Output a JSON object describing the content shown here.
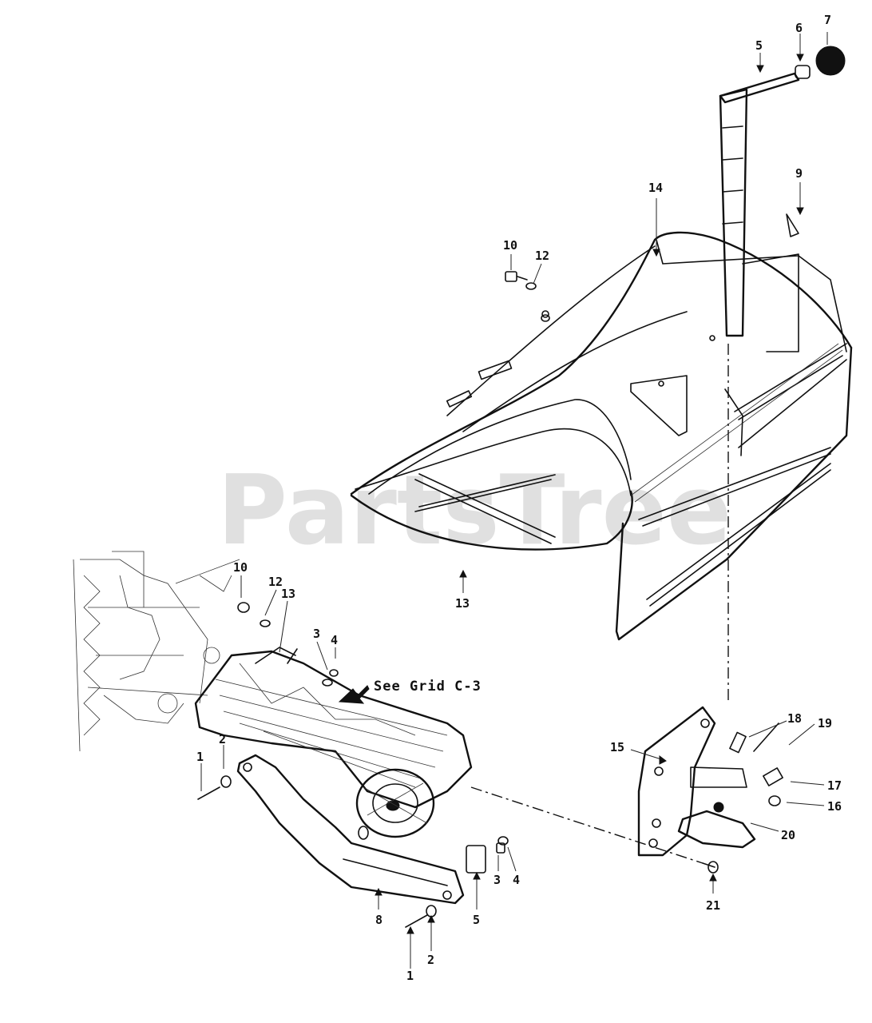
{
  "watermark": "PartsTree",
  "note": "See Grid C-3",
  "callouts": [
    {
      "id": "c-lever-handle",
      "text": "5"
    },
    {
      "id": "c-handle-ring",
      "text": "6"
    },
    {
      "id": "c-knob",
      "text": "7"
    },
    {
      "id": "c-shield-top",
      "text": "14"
    },
    {
      "id": "c-pin",
      "text": "9"
    },
    {
      "id": "c-upper-bolt",
      "text": "10"
    },
    {
      "id": "c-upper-washer",
      "text": "12"
    },
    {
      "id": "c-shield-front",
      "text": "13"
    },
    {
      "id": "c-lower-bolt",
      "text": "10"
    },
    {
      "id": "c-lower-washer",
      "text": "12"
    },
    {
      "id": "c-lower-shield",
      "text": "13"
    },
    {
      "id": "c-trans-lock",
      "text": "3"
    },
    {
      "id": "c-trans-nut",
      "text": "4"
    },
    {
      "id": "c-arm-bolt-top",
      "text": "1"
    },
    {
      "id": "c-arm-spacer-top",
      "text": "2"
    },
    {
      "id": "c-bracket",
      "text": "15"
    },
    {
      "id": "c-spring",
      "text": "18"
    },
    {
      "id": "c-bolt-19",
      "text": "19"
    },
    {
      "id": "c-clip-17",
      "text": "17"
    },
    {
      "id": "c-nut-16",
      "text": "16"
    },
    {
      "id": "c-plate-20",
      "text": "20"
    },
    {
      "id": "c-nut-21",
      "text": "21"
    },
    {
      "id": "c-arm",
      "text": "8"
    },
    {
      "id": "c-block",
      "text": "5"
    },
    {
      "id": "c-block-lock",
      "text": "3"
    },
    {
      "id": "c-block-nut",
      "text": "4"
    },
    {
      "id": "c-arm-bolt-bottom",
      "text": "1"
    },
    {
      "id": "c-arm-spacer-bottom",
      "text": "2"
    }
  ]
}
